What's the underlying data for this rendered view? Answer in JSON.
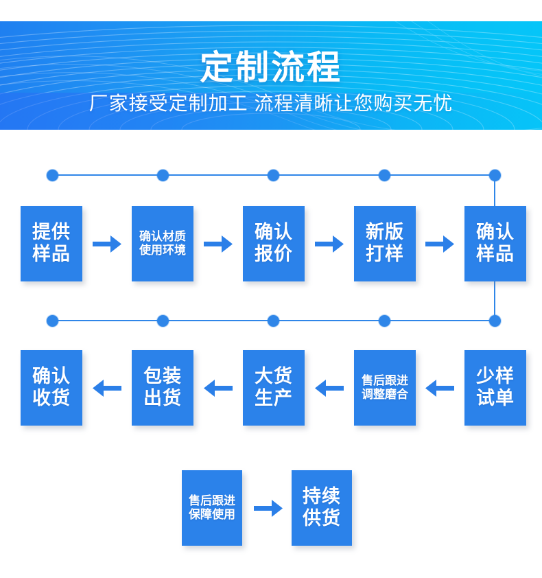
{
  "banner": {
    "title": "定制流程",
    "subtitle": "厂家接受定制加工 流程清晰让您购买无忧",
    "gradient_from": "#1f7ff0",
    "gradient_to": "#05c6f8"
  },
  "theme": {
    "box_fill": "#2b82ea",
    "box_text": "#ffffff",
    "rail_color": "#2f86e8",
    "arrow_color": "#2b7fe8",
    "page_bg": "#ffffff"
  },
  "flow": {
    "row1": {
      "direction": "left-to-right",
      "arrow_icon": "arrow-right-icon",
      "dots": 5,
      "steps": [
        {
          "label": "提供\n样品",
          "size": "big"
        },
        {
          "label": "确认材质\n使用环境",
          "size": "small"
        },
        {
          "label": "确认\n报价",
          "size": "big"
        },
        {
          "label": "新版\n打样",
          "size": "big"
        },
        {
          "label": "确认\n样品",
          "size": "big"
        }
      ]
    },
    "row2": {
      "direction": "right-to-left",
      "arrow_icon": "arrow-left-icon",
      "dots": 5,
      "steps": [
        {
          "label": "确认\n收货",
          "size": "big"
        },
        {
          "label": "包装\n出货",
          "size": "big"
        },
        {
          "label": "大货\n生产",
          "size": "big"
        },
        {
          "label": "售后跟进\n调整磨合",
          "size": "small"
        },
        {
          "label": "少样\n试单",
          "size": "big"
        }
      ]
    },
    "row3": {
      "direction": "left-to-right",
      "arrow_icon": "arrow-right-icon",
      "steps": [
        {
          "label": "售后跟进\n保障使用",
          "size": "small"
        },
        {
          "label": "持续\n供货",
          "size": "big"
        }
      ]
    }
  }
}
